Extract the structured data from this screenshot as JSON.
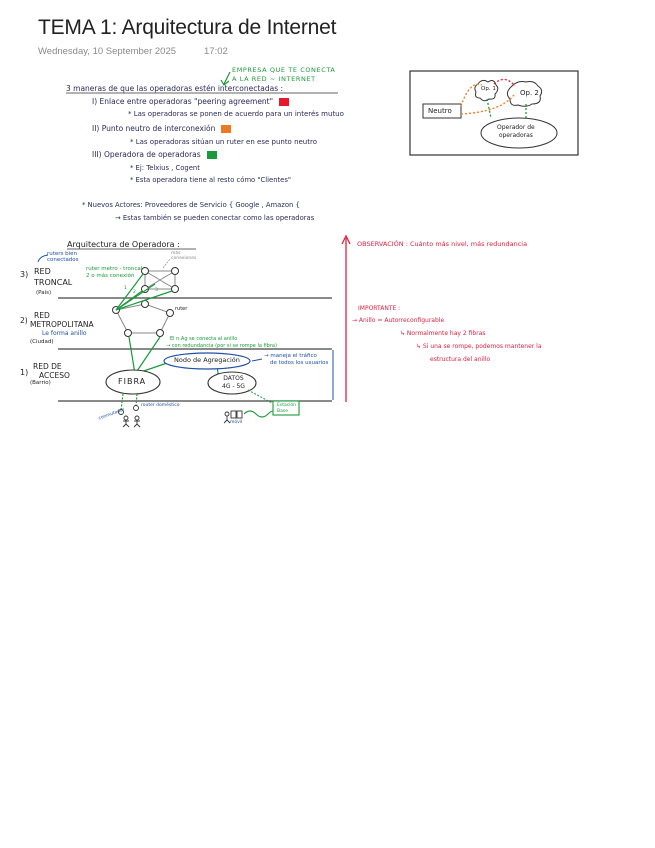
{
  "page": {
    "title": "TEMA 1: Arquitectura de Internet",
    "date": "Wednesday, 10 September 2025",
    "time": "17:02"
  },
  "notes": {
    "green_callout": [
      "EMPRESA QUE TE CONECTA",
      "A LA RED ~ INTERNET"
    ],
    "heading": "3 maneras de que las operadoras estén interconectadas :",
    "items": [
      {
        "label": "I) Enlace entre operadoras \"peering agreement\"",
        "color": "#e8182c",
        "sub": [
          "* Las operadoras se ponen de acuerdo para un interés mutuo"
        ]
      },
      {
        "label": "II) Punto neutro de interconexión",
        "color": "#f07820",
        "sub": [
          "* Las operadoras sitúan un ruter en ese punto neutro"
        ]
      },
      {
        "label": "III) Operadora de operadoras",
        "color": "#1a9a3a",
        "sub": [
          "* Ej: Telxius , Cogent",
          "* Esta operadora tiene al resto cómo \"Clientes\""
        ]
      }
    ],
    "new_actors": "* Nuevos Actores: Proveedores de Servicio { Google , Amazon {",
    "new_actors_sub": "→ Estas también se pueden conectar como las operadoras"
  },
  "mini_diagram": {
    "neutro": "Neutro",
    "op1": "Op. 1",
    "op2": "Op. 2",
    "operador": [
      "Operador de",
      "operadoras"
    ]
  },
  "architecture": {
    "title": "Arquitectura de Operadora :",
    "levels": [
      {
        "num": "3)",
        "name": [
          "RED",
          "TRONCAL"
        ],
        "sub": "(País)"
      },
      {
        "num": "2)",
        "name": [
          "RED",
          "METROPOLITANA"
        ],
        "sub": "(Ciudad)",
        "note": "Le forma anillo"
      },
      {
        "num": "1)",
        "name": [
          "RED DE",
          "ACCESO"
        ],
        "sub": "(Barrio)"
      }
    ],
    "annotations": {
      "ruters_bien": [
        "ruters bien",
        "conectados"
      ],
      "mas_conexiones": [
        "más",
        "conexiones"
      ],
      "ruter_metro": [
        "ruter metro - troncal",
        "2 o más conexión"
      ],
      "ruter": "ruter",
      "anillo_note": [
        "El n.Ag se conecta al anillo",
        "→ con redundancia (por si se rompe la fibra)"
      ],
      "nodo": "Nodo de Agregación",
      "nodo_note": [
        "→ maneja el tráfico",
        "de todos los usuarios"
      ],
      "fibra": "FIBRA",
      "datos": [
        "DATOS",
        "4G - 5G"
      ],
      "estacion": [
        "Estación",
        "Base"
      ],
      "router_domestico": "router doméstico",
      "conmutador": "conmutador",
      "movil": "móvil",
      "arrow_labels": [
        "1",
        "2",
        "3"
      ]
    }
  },
  "side_notes": {
    "observacion": "OBSERVACIÓN : Cuánto más nivel, más redundancia",
    "importante": "IMPORTANTE :",
    "anillo": "→ Anillo = Autorreconfigurable",
    "fibras": "↳ Normalmente hay 2 fibras",
    "rompe": "↳ Si una se rompe, podemos mantener la",
    "estructura": "estructura del anillo"
  }
}
